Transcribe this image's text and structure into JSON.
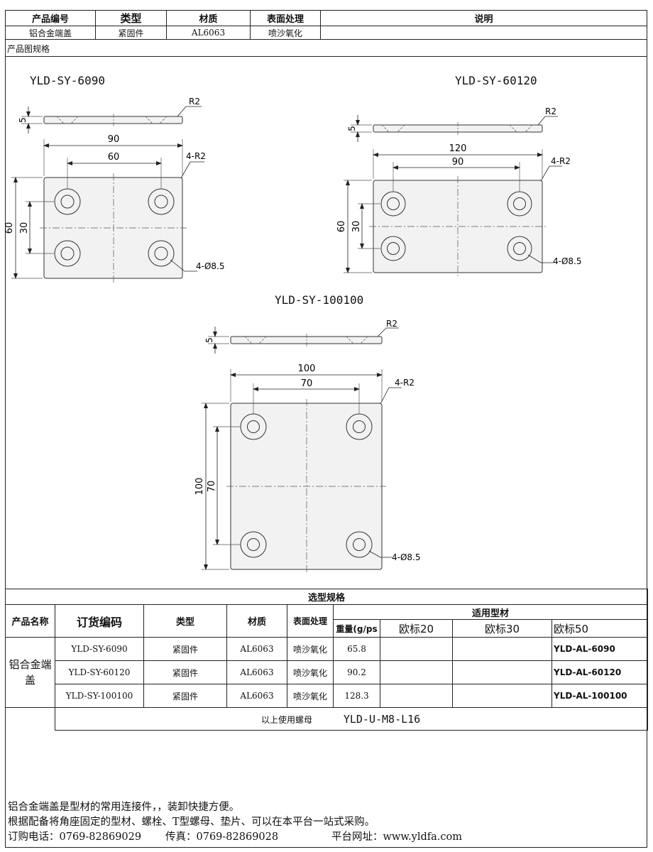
{
  "header": {
    "columns": [
      "产品编号",
      "类型",
      "材质",
      "表面处理",
      "说明"
    ],
    "values": [
      "铝合金端盖",
      "紧固件",
      "AL6063",
      "喷沙氧化",
      ""
    ]
  },
  "section_label": "产品图规格",
  "drawings": [
    {
      "title": "YLD-SY-6090",
      "thickness": "5",
      "corner": "R2",
      "width": "90",
      "hole_pitch_x": "60",
      "height": "60",
      "hole_pitch_y": "30",
      "corner_note": "4-R2",
      "hole_note": "4-Ø8.5"
    },
    {
      "title": "YLD-SY-60120",
      "thickness": "5",
      "corner": "R2",
      "width": "120",
      "hole_pitch_x": "90",
      "height": "60",
      "hole_pitch_y": "30",
      "corner_note": "4-R2",
      "hole_note": "4-Ø8.5"
    },
    {
      "title": "YLD-SY-100100",
      "thickness": "5",
      "corner": "R2",
      "width": "100",
      "hole_pitch_x": "70",
      "height": "100",
      "hole_pitch_y": "70",
      "corner_note": "4-R2",
      "hole_note": "4-Ø8.5"
    }
  ],
  "selection": {
    "title": "选型规格",
    "headers": {
      "name": "产品名称",
      "code": "订货编码",
      "type": "类型",
      "material": "材质",
      "surface": "表面处理",
      "applicable": "适用型材",
      "weight": "重量(g/ps",
      "euro20": "欧标20",
      "euro30": "欧标30",
      "euro50": "欧标50"
    },
    "product_name": "铝合金端盖",
    "rows": [
      {
        "code": "YLD-SY-6090",
        "type": "紧固件",
        "material": "AL6063",
        "surface": "喷沙氧化",
        "weight": "65.8",
        "euro20": "",
        "euro30": "",
        "euro50": "YLD-AL-6090"
      },
      {
        "code": "YLD-SY-60120",
        "type": "紧固件",
        "material": "AL6063",
        "surface": "喷沙氧化",
        "weight": "90.2",
        "euro20": "",
        "euro30": "",
        "euro50": "YLD-AL-60120"
      },
      {
        "code": "YLD-SY-100100",
        "type": "紧固件",
        "material": "AL6063",
        "surface": "喷沙氧化",
        "weight": "128.3",
        "euro20": "",
        "euro30": "",
        "euro50": "YLD-AL-100100"
      }
    ],
    "nut_label": "以上使用螺母",
    "nut_code": "YLD-U-M8-L16"
  },
  "notes": {
    "line1": "铝合金端盖是型材的常用连接件，，装卸快捷方便。",
    "line2": "根据配备将角座固定的型材、螺栓、T型螺母、垫片、可以在本平台一站式采购。",
    "phone": "订购电话：0769-82869029",
    "fax": "传真：0769-82869028",
    "site": "平台网址：www.yldfa.com"
  }
}
